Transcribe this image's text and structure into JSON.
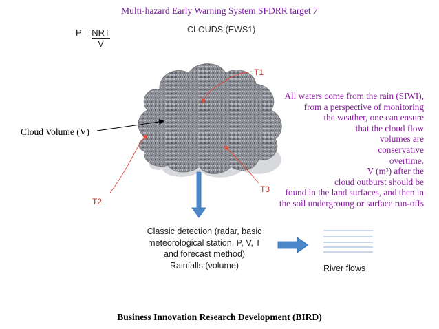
{
  "title": "Multi-hazard Early Warning System SFDRR target 7",
  "formula": {
    "lhs": "P = ",
    "numerator": "NRT",
    "denominator": "V"
  },
  "clouds_title": "CLOUDS (EWS1)",
  "cloud_volume_label": "Cloud Volume (V)",
  "explanation": {
    "l1": "All waters come from the rain (SIWI),",
    "l2": "from a perspective of monitoring",
    "l3": "the weather, one can ensure",
    "l4": "that the cloud flow",
    "l5": "volumes are",
    "l6": "conservative",
    "l7": "overtime.",
    "l8": "V (m³) after the",
    "l9": "cloud outburst should be",
    "l10": "found in the land surfaces, and then in",
    "l11": "the soil undergroung or surface run-offs"
  },
  "time_labels": {
    "t1": "T1",
    "t2": "T2",
    "t3": "T3"
  },
  "detection": {
    "l1": "Classic detection (radar, basic",
    "l2": "meteorological station, P, V, T",
    "l3": "and forecast method)",
    "l4": "Rainfalls (volume)"
  },
  "river_flows_label": "River flows",
  "footer": "Business Innovation Research Development (BIRD)",
  "colors": {
    "title": "#7a1fa2",
    "explanation": "#8a1aa0",
    "time_markers": "#e74c3c",
    "arrows": "#4a86c8",
    "cloud": "#8c8f96"
  }
}
